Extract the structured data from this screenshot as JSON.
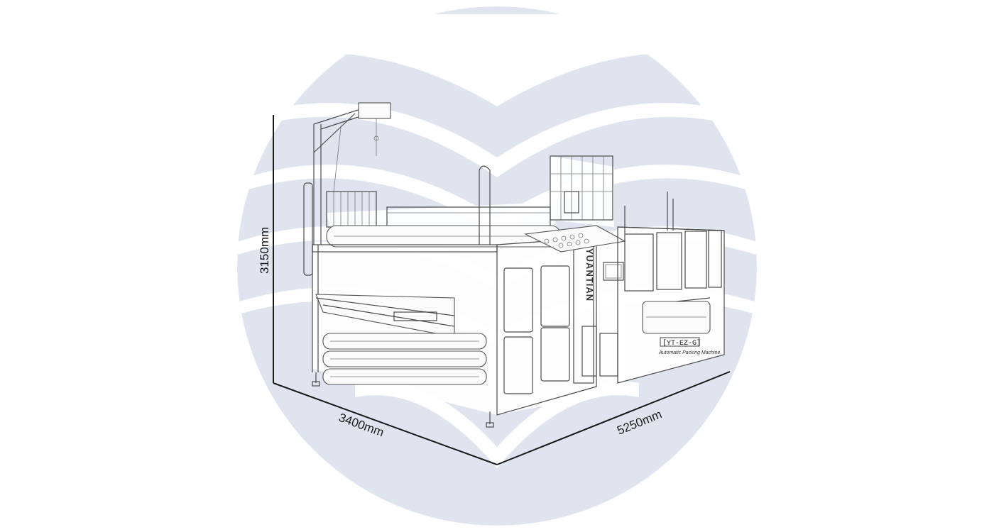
{
  "diagram": {
    "dimensions": {
      "height": "3150mm",
      "depth": "3400mm",
      "width": "5250mm"
    },
    "machine": {
      "brand_text": "YUANTIAN",
      "plate_model": "[YT-EZ-G]",
      "plate_subtitle": "Automatic Packing Machine"
    },
    "colors": {
      "logo_background": "#dfe4ef",
      "line_art": "#4a4a4a",
      "dimension_line": "#1a1a1a"
    },
    "icons": [
      "logo-background-emblem",
      "packing-machine-illustration"
    ]
  }
}
